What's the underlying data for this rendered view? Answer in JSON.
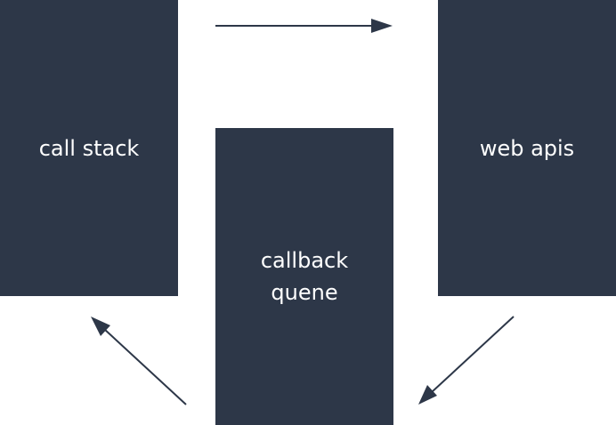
{
  "diagram": {
    "nodes": [
      {
        "id": "call-stack",
        "label": "call stack"
      },
      {
        "id": "web-apis",
        "label": "web apis"
      },
      {
        "id": "callback-queue",
        "label": "callback\nquene"
      }
    ],
    "edges": [
      {
        "from": "call-stack",
        "to": "web-apis"
      },
      {
        "from": "web-apis",
        "to": "callback-queue"
      },
      {
        "from": "callback-queue",
        "to": "call-stack"
      }
    ],
    "colors": {
      "box": "#2d3748",
      "text": "#ffffff",
      "arrow": "#2d3748"
    }
  }
}
